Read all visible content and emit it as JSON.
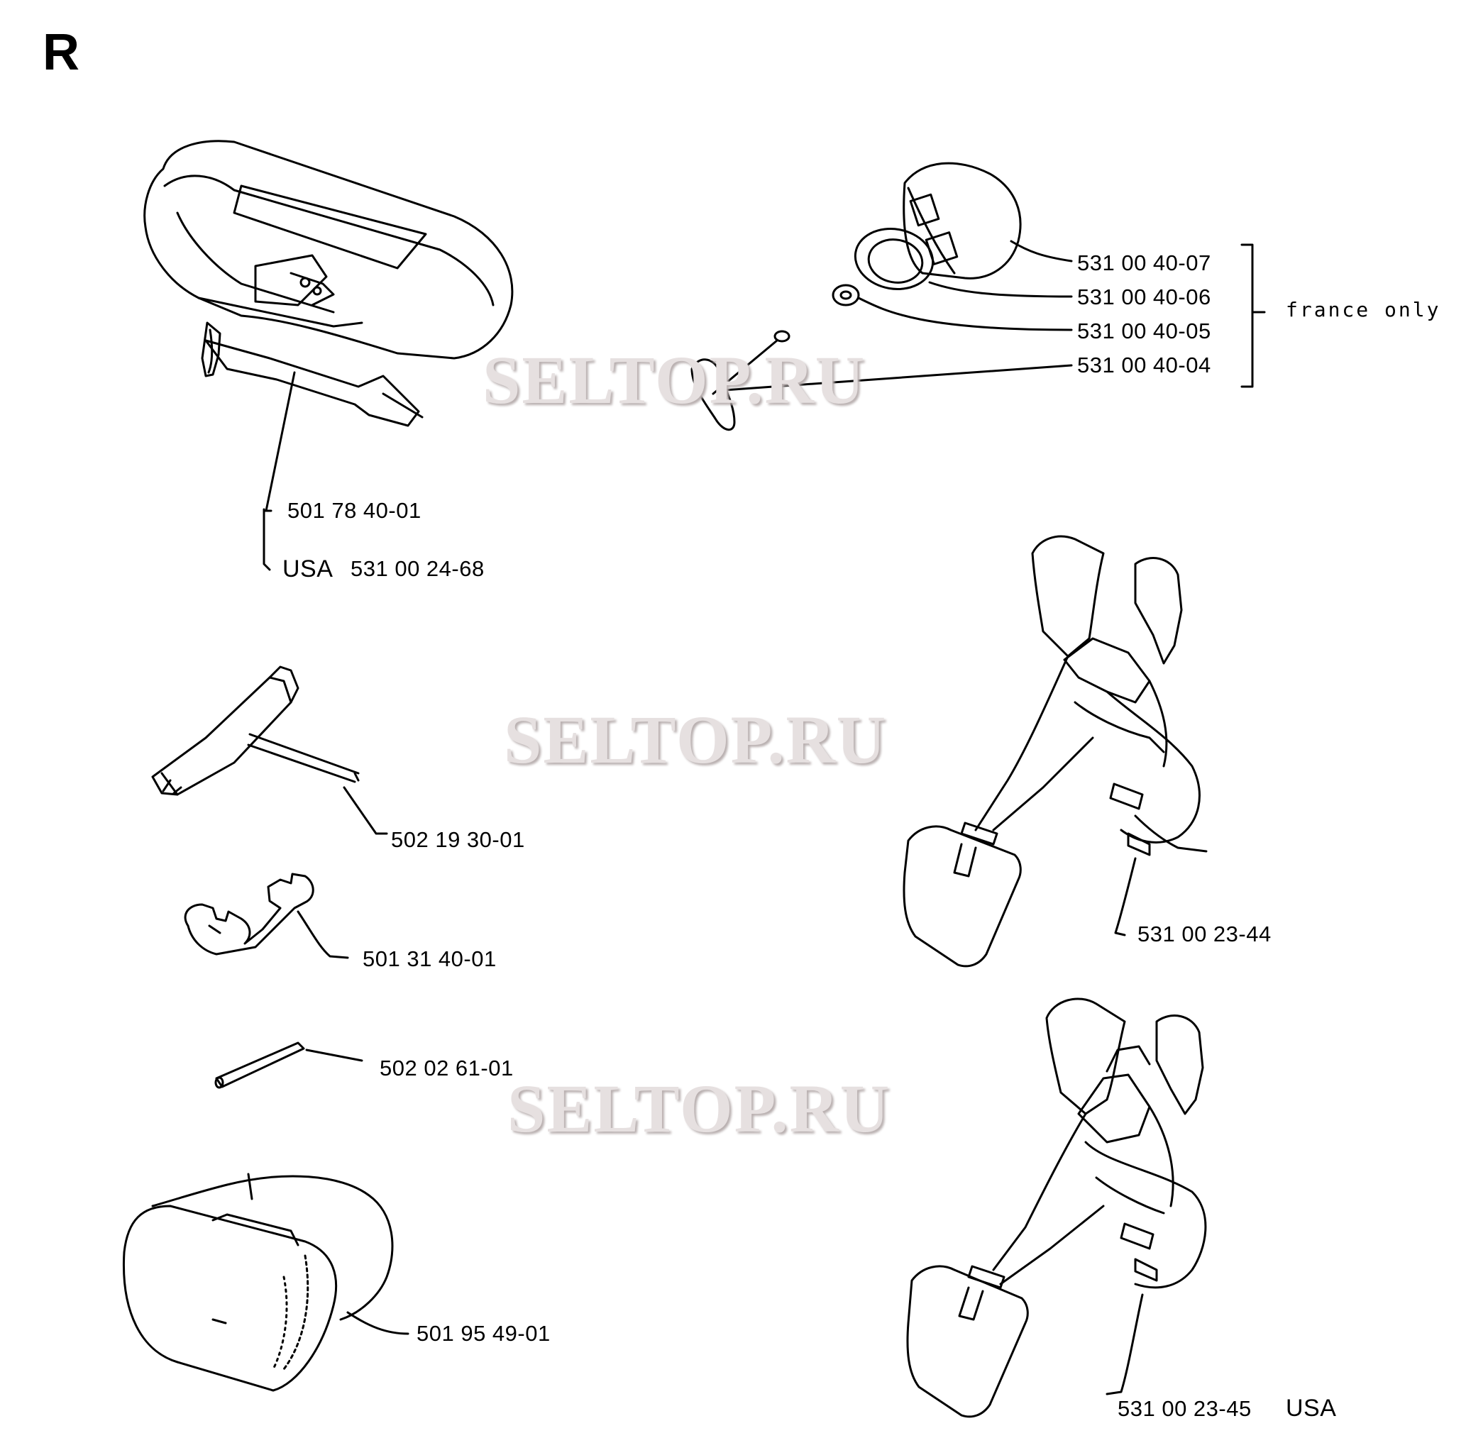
{
  "section_letter": "R",
  "watermark": "SELTOP.RU",
  "note_france": "france only",
  "parts": {
    "p_531004007": "531 00 40-07",
    "p_531004006": "531 00 40-06",
    "p_531004005": "531 00 40-05",
    "p_531004004": "531 00 40-04",
    "p_501784001": "501 78 40-01",
    "usa_top_prefix": "USA",
    "p_531002468": "531 00 24-68",
    "p_502193001": "502 19 30-01",
    "p_501314001": "501 31 40-01",
    "p_502026101": "502 02 61-01",
    "p_501954901": "501 95 49-01",
    "p_531002344": "531 00 23-44",
    "p_531002345": "531 00 23-45",
    "usa_bot_suffix": "USA"
  },
  "colors": {
    "ink": "#000000",
    "paper": "#ffffff",
    "watermark": "#e6e0e0"
  },
  "icons": [
    "carry-bag",
    "fuel-cap",
    "gasket",
    "washer",
    "cotter-pin",
    "combination-spanner",
    "open-wrench",
    "pin",
    "ear-protector",
    "harness"
  ]
}
